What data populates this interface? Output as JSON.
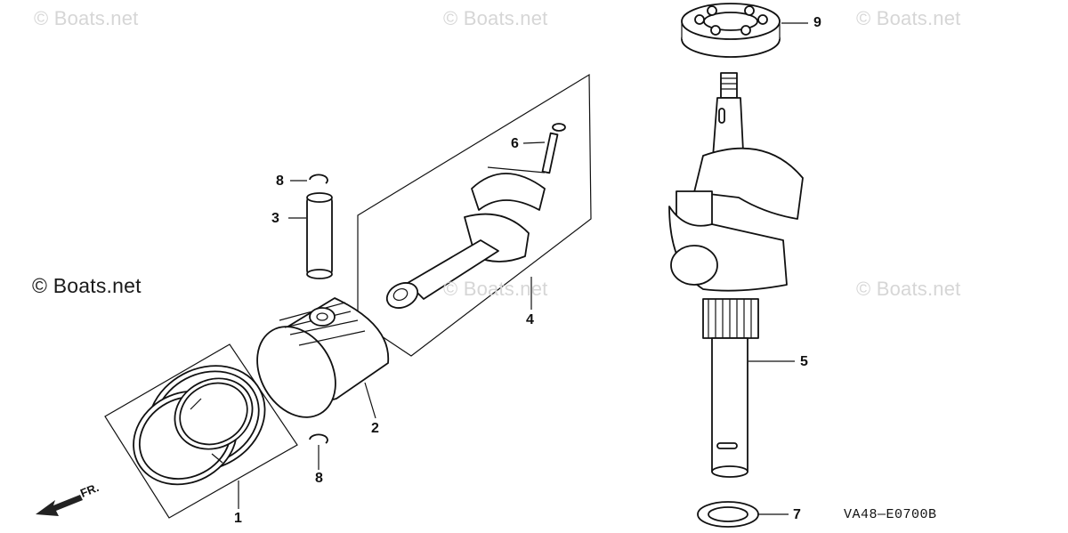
{
  "watermarks": [
    "© Boats.net",
    "© Boats.net",
    "© Boats.net",
    "© Boats.net",
    "© Boats.net",
    "© Boats.net"
  ],
  "callouts": {
    "piston_ring_set": "1",
    "piston": "2",
    "piston_pin": "3",
    "connecting_rod": "4",
    "crankshaft": "5",
    "rod_bolt": "6",
    "oil_seal": "7",
    "pin_clip_top": "8",
    "pin_clip_bottom": "8",
    "bearing": "9"
  },
  "front_indicator": "FR.",
  "drawing_code": "VA48—E0700B"
}
